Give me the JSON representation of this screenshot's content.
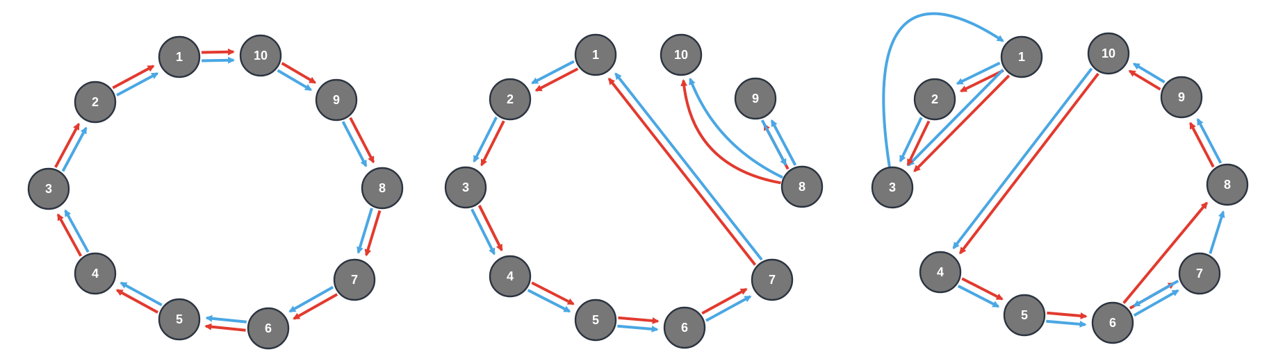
{
  "colors": {
    "red": "#e23a2e",
    "blue": "#4aa7e4",
    "node_fill": "#777777",
    "node_stroke": "#2b3340",
    "label": "#ffffff"
  },
  "graphs": [
    {
      "id": "left",
      "nodes": [
        "1",
        "2",
        "3",
        "4",
        "5",
        "6",
        "7",
        "8",
        "9",
        "10"
      ],
      "edges": [
        {
          "from": "1",
          "to": "10",
          "color": "red",
          "off": -6
        },
        {
          "from": "1",
          "to": "10",
          "color": "blue",
          "off": 6
        },
        {
          "from": "10",
          "to": "9",
          "color": "red",
          "off": -6
        },
        {
          "from": "10",
          "to": "9",
          "color": "blue",
          "off": 6
        },
        {
          "from": "9",
          "to": "8",
          "color": "red",
          "off": -6
        },
        {
          "from": "9",
          "to": "8",
          "color": "blue",
          "off": 6
        },
        {
          "from": "8",
          "to": "7",
          "color": "red",
          "off": -6
        },
        {
          "from": "8",
          "to": "7",
          "color": "blue",
          "off": 6
        },
        {
          "from": "7",
          "to": "6",
          "color": "red",
          "off": -6
        },
        {
          "from": "7",
          "to": "6",
          "color": "blue",
          "off": 6
        },
        {
          "from": "6",
          "to": "5",
          "color": "red",
          "off": -6
        },
        {
          "from": "6",
          "to": "5",
          "color": "blue",
          "off": 6
        },
        {
          "from": "5",
          "to": "4",
          "color": "red",
          "off": -6
        },
        {
          "from": "5",
          "to": "4",
          "color": "blue",
          "off": 6
        },
        {
          "from": "4",
          "to": "3",
          "color": "red",
          "off": -6
        },
        {
          "from": "4",
          "to": "3",
          "color": "blue",
          "off": 6
        },
        {
          "from": "3",
          "to": "2",
          "color": "red",
          "off": -6
        },
        {
          "from": "3",
          "to": "2",
          "color": "blue",
          "off": 6
        },
        {
          "from": "2",
          "to": "1",
          "color": "red",
          "off": -6
        },
        {
          "from": "2",
          "to": "1",
          "color": "blue",
          "off": 6
        }
      ]
    },
    {
      "id": "middle",
      "nodes": [
        "1",
        "2",
        "3",
        "4",
        "5",
        "6",
        "7",
        "10",
        "9",
        "8"
      ],
      "edges": [
        {
          "from": "1",
          "to": "2",
          "color": "red",
          "off": -6
        },
        {
          "from": "1",
          "to": "2",
          "color": "blue",
          "off": 6
        },
        {
          "from": "2",
          "to": "3",
          "color": "red",
          "off": -6
        },
        {
          "from": "2",
          "to": "3",
          "color": "blue",
          "off": 6
        },
        {
          "from": "3",
          "to": "4",
          "color": "red",
          "off": -6
        },
        {
          "from": "3",
          "to": "4",
          "color": "blue",
          "off": 6
        },
        {
          "from": "4",
          "to": "5",
          "color": "red",
          "off": -6
        },
        {
          "from": "4",
          "to": "5",
          "color": "blue",
          "off": 6
        },
        {
          "from": "5",
          "to": "6",
          "color": "red",
          "off": -6
        },
        {
          "from": "5",
          "to": "6",
          "color": "blue",
          "off": 6
        },
        {
          "from": "6",
          "to": "7",
          "color": "red",
          "off": -6
        },
        {
          "from": "6",
          "to": "7",
          "color": "blue",
          "off": 6
        },
        {
          "from": "7",
          "to": "1",
          "color": "red",
          "off": -6
        },
        {
          "from": "7",
          "to": "1",
          "color": "blue",
          "off": 6
        },
        {
          "from": "8",
          "to": "10",
          "color": "red",
          "off": 0,
          "bend": -0.38
        },
        {
          "from": "8",
          "to": "10",
          "color": "blue",
          "off": 0,
          "bend": -0.2
        },
        {
          "from": "8",
          "to": "9",
          "color": "red",
          "off": -6
        },
        {
          "from": "8",
          "to": "9",
          "color": "blue",
          "off": 6
        },
        {
          "from": "9",
          "to": "8",
          "color": "blue",
          "off": 6
        }
      ]
    },
    {
      "id": "right",
      "nodes": [
        "1",
        "2",
        "3",
        "4",
        "5",
        "6",
        "7",
        "8",
        "9",
        "10"
      ],
      "edges": [
        {
          "from": "3",
          "to": "1",
          "color": "blue",
          "off": 0,
          "loop": true
        },
        {
          "from": "1",
          "to": "2",
          "color": "red",
          "off": -6
        },
        {
          "from": "1",
          "to": "2",
          "color": "blue",
          "off": 6
        },
        {
          "from": "1",
          "to": "3",
          "color": "red",
          "off": -6
        },
        {
          "from": "1",
          "to": "3",
          "color": "blue",
          "off": 6
        },
        {
          "from": "2",
          "to": "3",
          "color": "red",
          "off": -6
        },
        {
          "from": "2",
          "to": "3",
          "color": "blue",
          "off": 6
        },
        {
          "from": "10",
          "to": "4",
          "color": "red",
          "off": -6
        },
        {
          "from": "10",
          "to": "4",
          "color": "blue",
          "off": 6
        },
        {
          "from": "4",
          "to": "5",
          "color": "red",
          "off": -6
        },
        {
          "from": "4",
          "to": "5",
          "color": "blue",
          "off": 6
        },
        {
          "from": "5",
          "to": "6",
          "color": "red",
          "off": -6
        },
        {
          "from": "5",
          "to": "6",
          "color": "blue",
          "off": 6
        },
        {
          "from": "6",
          "to": "7",
          "color": "red",
          "off": -6
        },
        {
          "from": "6",
          "to": "7",
          "color": "blue",
          "off": 6
        },
        {
          "from": "6",
          "to": "8",
          "color": "red",
          "off": -6
        },
        {
          "from": "7",
          "to": "8",
          "color": "blue",
          "off": 6
        },
        {
          "from": "7",
          "to": "6",
          "color": "blue",
          "off": 6
        },
        {
          "from": "8",
          "to": "9",
          "color": "red",
          "off": -6
        },
        {
          "from": "8",
          "to": "9",
          "color": "blue",
          "off": 6
        },
        {
          "from": "9",
          "to": "10",
          "color": "red",
          "off": -6
        },
        {
          "from": "9",
          "to": "10",
          "color": "blue",
          "off": 6
        }
      ]
    }
  ]
}
